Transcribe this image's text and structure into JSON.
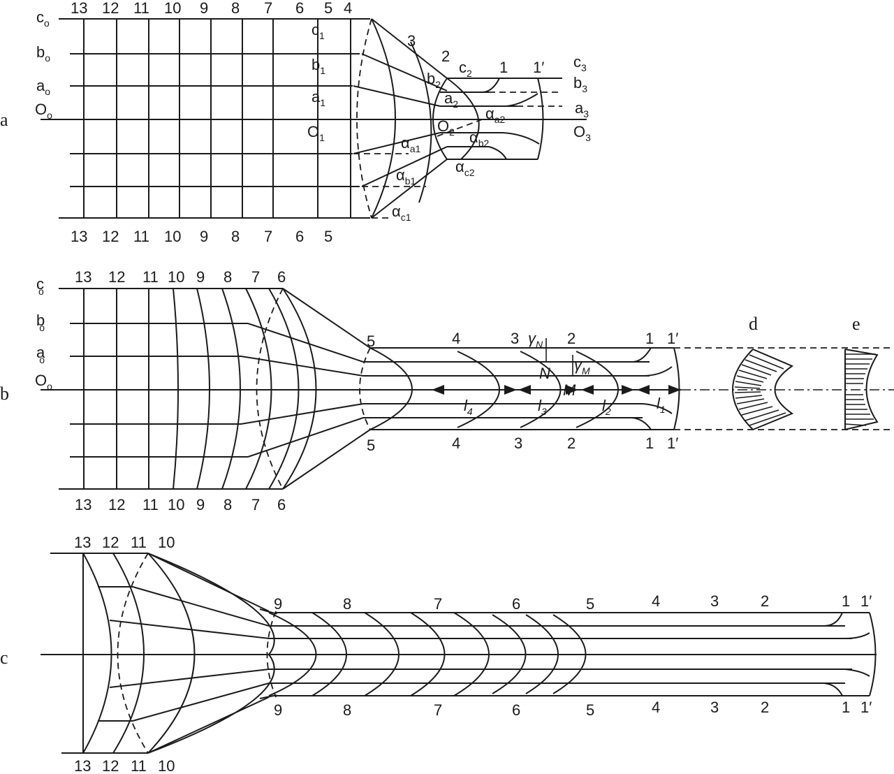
{
  "figure": {
    "description": "Metal flow / grid distortion diagram during extrusion showing three stages (a, b, c) plus velocity profiles (d, e)",
    "colors": {
      "ink": "#1a1a1a",
      "background": "#ffffff"
    }
  },
  "panel_a": {
    "label": "a",
    "top_numbers": [
      "13",
      "12",
      "11",
      "10",
      "9",
      "8",
      "7",
      "6",
      "5",
      "4"
    ],
    "bottom_numbers": [
      "13",
      "12",
      "11",
      "10",
      "9",
      "8",
      "7",
      "6",
      "5"
    ],
    "die_numbers": [
      "3",
      "2",
      "1",
      "1′"
    ],
    "left_labels": {
      "c": "c",
      "c_sub": "o",
      "b": "b",
      "b_sub": "o",
      "a": "a",
      "a_sub": "o",
      "o": "O",
      "o_sub": "o"
    },
    "stage1_labels": {
      "c": "c",
      "c_sub": "1",
      "b": "b",
      "b_sub": "1",
      "a": "a",
      "a_sub": "1",
      "o": "O",
      "o_sub": "1"
    },
    "stage2_labels": {
      "c": "c",
      "c_sub": "2",
      "b": "b",
      "b_sub": "2",
      "a": "a",
      "a_sub": "2",
      "o": "O",
      "o_sub": "2"
    },
    "stage3_labels": {
      "c": "c",
      "c_sub": "3",
      "b": "b",
      "b_sub": "3",
      "a": "a",
      "a_sub": "3",
      "o": "O",
      "o_sub": "3"
    },
    "angles": {
      "a1": {
        "sym": "α",
        "sub": "a1"
      },
      "b1": {
        "sym": "α",
        "sub": "b1"
      },
      "c1": {
        "sym": "α",
        "sub": "c1"
      },
      "a2": {
        "sym": "α",
        "sub": "a2"
      },
      "b2": {
        "sym": "α",
        "sub": "b2"
      },
      "c2": {
        "sym": "α",
        "sub": "c2"
      }
    }
  },
  "panel_b": {
    "label": "b",
    "top_numbers": [
      "13",
      "12",
      "11",
      "10",
      "9",
      "8",
      "7",
      "6"
    ],
    "bottom_numbers": [
      "13",
      "12",
      "11",
      "10",
      "9",
      "8",
      "7",
      "6"
    ],
    "die_top_numbers": [
      "5",
      "4",
      "3",
      "2",
      "1",
      "1′"
    ],
    "die_bottom_numbers": [
      "5",
      "4",
      "3",
      "2",
      "1",
      "1′"
    ],
    "left_labels": {
      "c": "c",
      "c_sub": "o",
      "b": "b",
      "b_sub": "o",
      "a": "a",
      "a_sub": "o",
      "o": "O",
      "o_sub": "o"
    },
    "points": {
      "N": "N",
      "M": "M"
    },
    "shear_angles": {
      "N": {
        "sym": "γ",
        "sub": "N"
      },
      "M": {
        "sym": "γ",
        "sub": "M"
      }
    },
    "lengths": [
      {
        "sym": "l",
        "sub": "4"
      },
      {
        "sym": "l",
        "sub": "3"
      },
      {
        "sym": "l",
        "sub": "2"
      },
      {
        "sym": "l",
        "sub": "1"
      }
    ]
  },
  "profiles": {
    "d": {
      "label": "d"
    },
    "e": {
      "label": "e"
    }
  },
  "panel_c": {
    "label": "c",
    "top_numbers": [
      "13",
      "12",
      "11",
      "10"
    ],
    "bottom_numbers": [
      "13",
      "12",
      "11",
      "10"
    ],
    "die_top_numbers": [
      "9",
      "8",
      "7",
      "6",
      "5",
      "4",
      "3",
      "2",
      "1",
      "1′"
    ],
    "die_bottom_numbers": [
      "9",
      "8",
      "7",
      "6",
      "5",
      "4",
      "3",
      "2",
      "1",
      "1′"
    ]
  }
}
